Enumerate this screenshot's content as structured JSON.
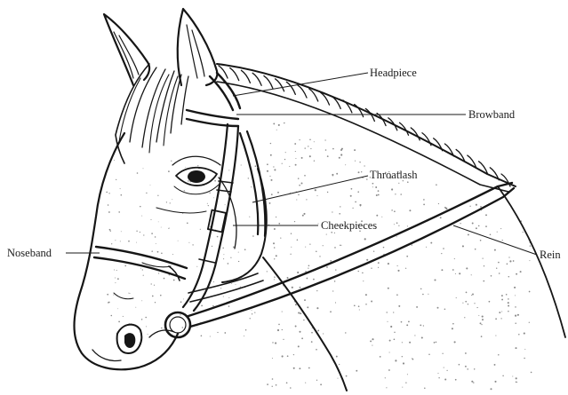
{
  "labels": {
    "headpiece": "Headpiece",
    "browband": "Browband",
    "throatlash": "Throatlash",
    "cheekpieces": "Cheekpieces",
    "noseband": "Noseband",
    "rein": "Rein"
  }
}
